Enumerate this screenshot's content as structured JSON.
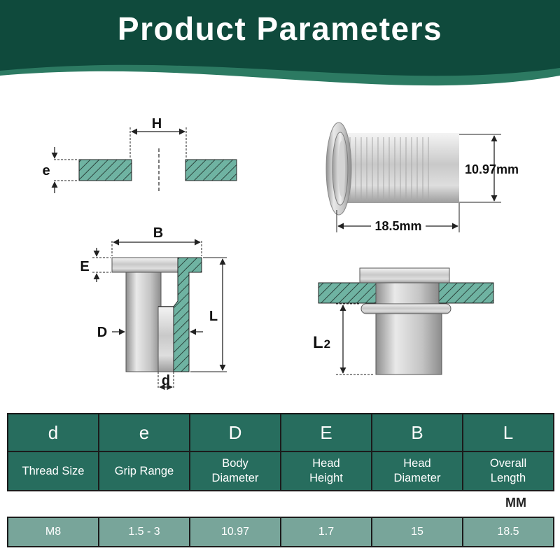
{
  "header": {
    "title": "Product Parameters"
  },
  "diagram_labels": {
    "grip": {
      "e": "e",
      "H": "H"
    },
    "photo": {
      "height": "10.97mm",
      "length": "18.5mm"
    },
    "section": {
      "B": "B",
      "E": "E",
      "D": "D",
      "L": "L",
      "d": "d"
    },
    "installed": {
      "L2": "L",
      "L2_sub": "2"
    }
  },
  "table": {
    "columns": [
      {
        "symbol": "d",
        "desc": [
          "Thread Size"
        ]
      },
      {
        "symbol": "e",
        "desc": [
          "Grip Range"
        ]
      },
      {
        "symbol": "D",
        "desc": [
          "Body",
          "Diameter"
        ]
      },
      {
        "symbol": "E",
        "desc": [
          "Head",
          "Height"
        ]
      },
      {
        "symbol": "B",
        "desc": [
          "Head",
          "Diameter"
        ]
      },
      {
        "symbol": "L",
        "desc": [
          "Overall",
          "Length"
        ]
      }
    ],
    "unit": "MM",
    "values": [
      "M8",
      "1.5 - 3",
      "10.97",
      "1.7",
      "15",
      "18.5"
    ]
  },
  "colors": {
    "header_dark": "#0f4a3c",
    "header_wave": "#2c7a62",
    "table_header": "#276d5e",
    "table_values": "#78a59a",
    "hatch_fill": "#6fb3a2"
  }
}
